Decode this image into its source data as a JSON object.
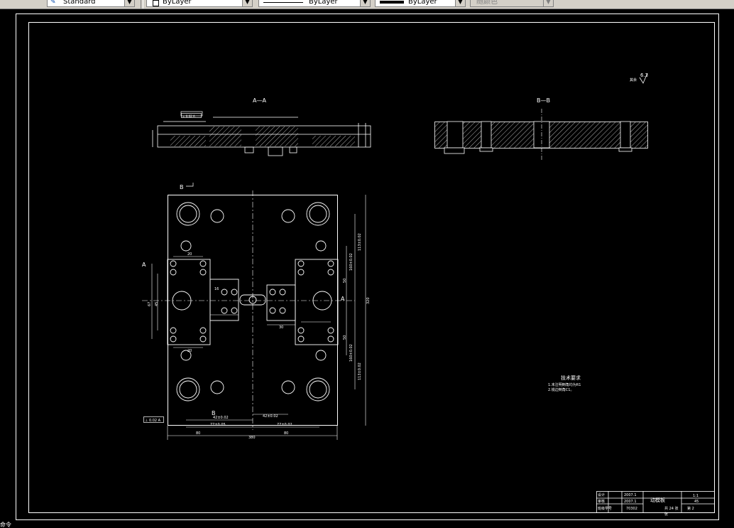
{
  "toolbar": {
    "textstyle_value": "Standard",
    "layer_value": "ByLayer",
    "linetype_value": "ByLayer",
    "lineweight_value": "ByLayer",
    "color_value": "随颜色"
  },
  "drawing": {
    "section_aa": "A—A",
    "section_bb": "B—B",
    "roughness_note": "其余",
    "roughness_value": "6.3",
    "view_b_mark": "B",
    "view_a_left": "A",
    "view_a_right": "A",
    "view_b_bottom": "B",
    "dim_overall_width": "380",
    "dim_overall_height": "320",
    "dim_half_left": "80",
    "dim_half_right": "80",
    "dim_pos_left": "77±0.05",
    "dim_pos_right": "77±0.02",
    "dim_center_left": "42±0.02",
    "dim_center_right": "42±0.02",
    "dim_top_right": "113±0.02",
    "dim_bot_right": "113±0.02",
    "dim_inner_top": "160±0.02",
    "dim_inner_bot": "160±0.02",
    "dim_50a": "50",
    "dim_50b": "50",
    "dim_20a": "20",
    "dim_20b": "20",
    "dim_30": "30",
    "dim_67": "67",
    "dim_45": "45",
    "dim_16": "16",
    "datum_box_top": "⊥ 0.02 A",
    "datum_box_left": "⊥ 0.02 A",
    "tech_req_title": "技术要求",
    "tech_req_1": "1.未注明倒角均为R1",
    "tech_req_2": "2.锐边倒角C1。"
  },
  "title_block": {
    "row1_label": "设计",
    "row1_date": "2007.1",
    "row2_label": "审核",
    "row2_date": "2007.1",
    "row3_label": "班级学号",
    "row3_id": "70302",
    "part_name": "动模板",
    "scale": "1:1",
    "material": "45",
    "sheet_total": "共 24 张",
    "sheet_no": "第 2",
    "extra": "张"
  },
  "status": {
    "prompt": "命令"
  }
}
